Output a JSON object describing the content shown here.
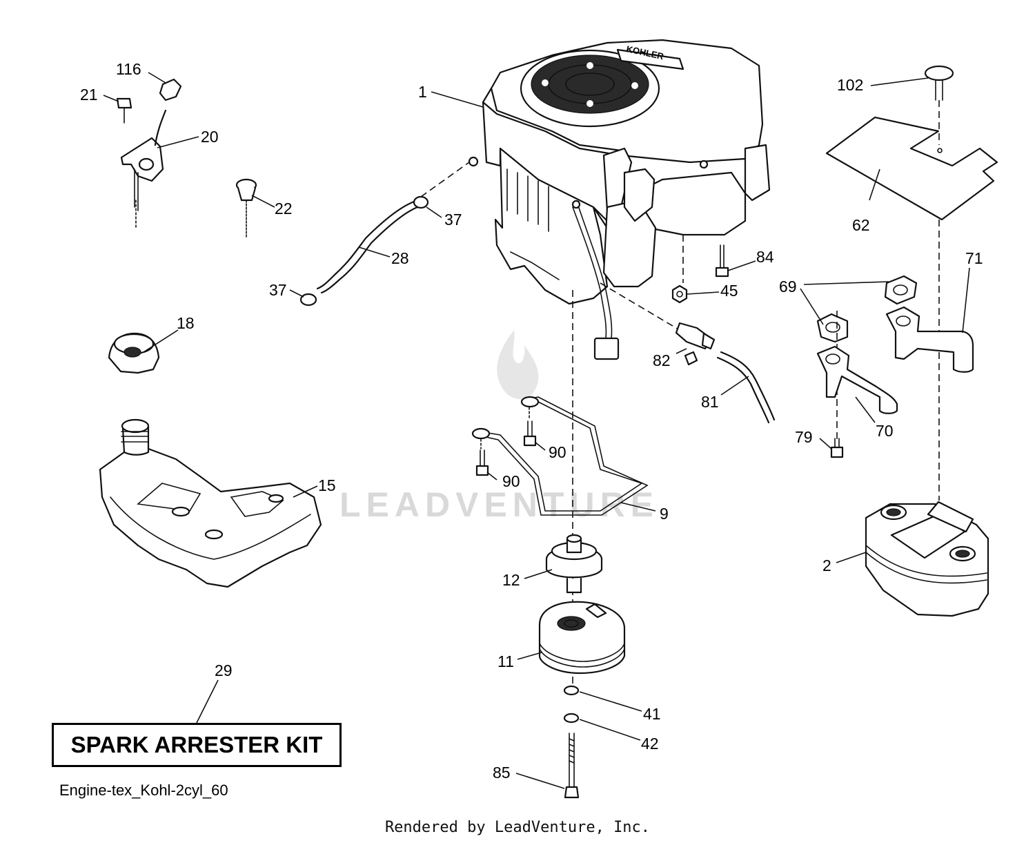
{
  "callouts": {
    "p1": "1",
    "p2": "2",
    "p9": "9",
    "p11": "11",
    "p12": "12",
    "p15": "15",
    "p18": "18",
    "p20": "20",
    "p21": "21",
    "p22": "22",
    "p28": "28",
    "p29": "29",
    "p37a": "37",
    "p37b": "37",
    "p41": "41",
    "p42": "42",
    "p45": "45",
    "p62": "62",
    "p69": "69",
    "p70": "70",
    "p71": "71",
    "p79": "79",
    "p81": "81",
    "p82": "82",
    "p84": "84",
    "p85": "85",
    "p90a": "90",
    "p90b": "90",
    "p102": "102",
    "p116": "116"
  },
  "engine_brand": "KOHLER",
  "kit_label": "SPARK ARRESTER KIT",
  "diagram_id": "Engine-tex_Kohl-2cyl_60",
  "watermark": "LEADVENTURE",
  "render_credit": "Rendered by LeadVenture, Inc."
}
